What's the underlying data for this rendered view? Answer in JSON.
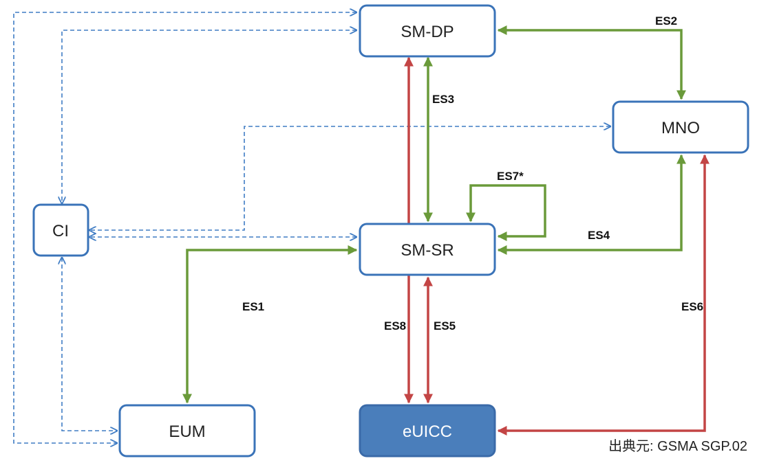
{
  "nodes": {
    "smdp": "SM-DP",
    "mno": "MNO",
    "ci": "CI",
    "smsr": "SM-SR",
    "eum": "EUM",
    "euicc": "eUICC"
  },
  "interfaces": {
    "es1": "ES1",
    "es2": "ES2",
    "es3": "ES3",
    "es4": "ES4",
    "es5": "ES5",
    "es6": "ES6",
    "es7": "ES7*",
    "es8": "ES8"
  },
  "colors": {
    "box_border": "#3a73b8",
    "euicc_fill": "#4a7ebb",
    "green_link": "#6a9a3a",
    "red_link": "#c34545",
    "dashed_link": "#3f7cc4"
  },
  "source_note": "出典元: GSMA SGP.02"
}
